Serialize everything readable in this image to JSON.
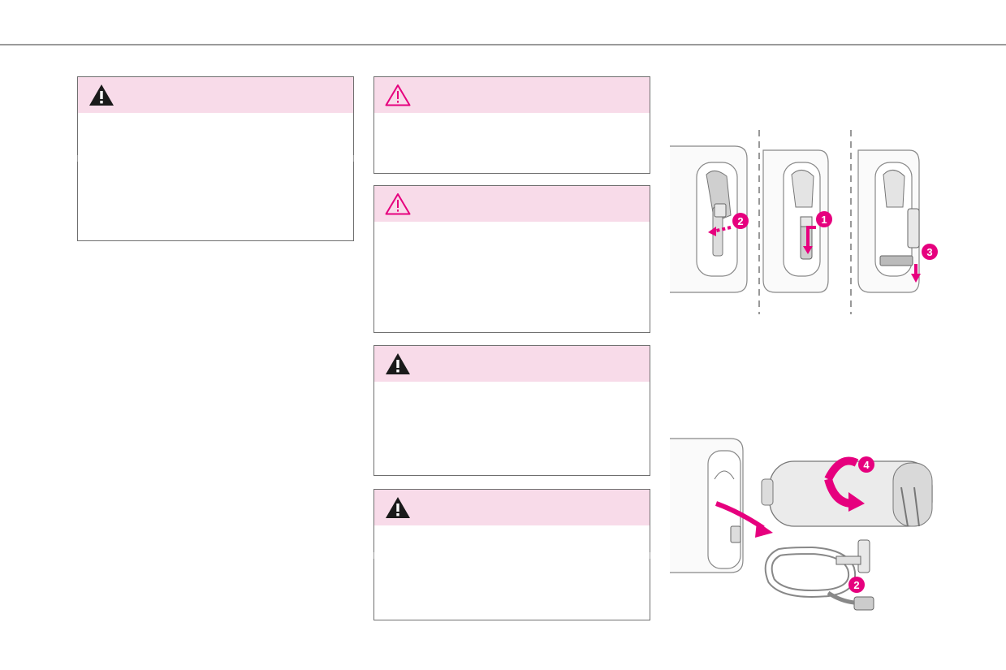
{
  "colors": {
    "band": "#f8dbe9",
    "accent": "#e6007e",
    "border": "#6f6f6f",
    "rule": "#9a9a9a"
  },
  "warnings": [
    {
      "variant": "solid",
      "icon": "warning-solid-icon",
      "text": ""
    },
    {
      "variant": "outline",
      "icon": "warning-outline-icon",
      "text": ""
    },
    {
      "variant": "outline",
      "icon": "warning-outline-icon",
      "text": ""
    },
    {
      "variant": "solid",
      "icon": "warning-solid-icon",
      "text": ""
    },
    {
      "variant": "solid",
      "icon": "warning-solid-icon",
      "text": ""
    }
  ],
  "illustration_top": {
    "steps": [
      "2",
      "1",
      "3"
    ]
  },
  "illustration_bottom": {
    "steps": [
      "4",
      "2"
    ]
  }
}
